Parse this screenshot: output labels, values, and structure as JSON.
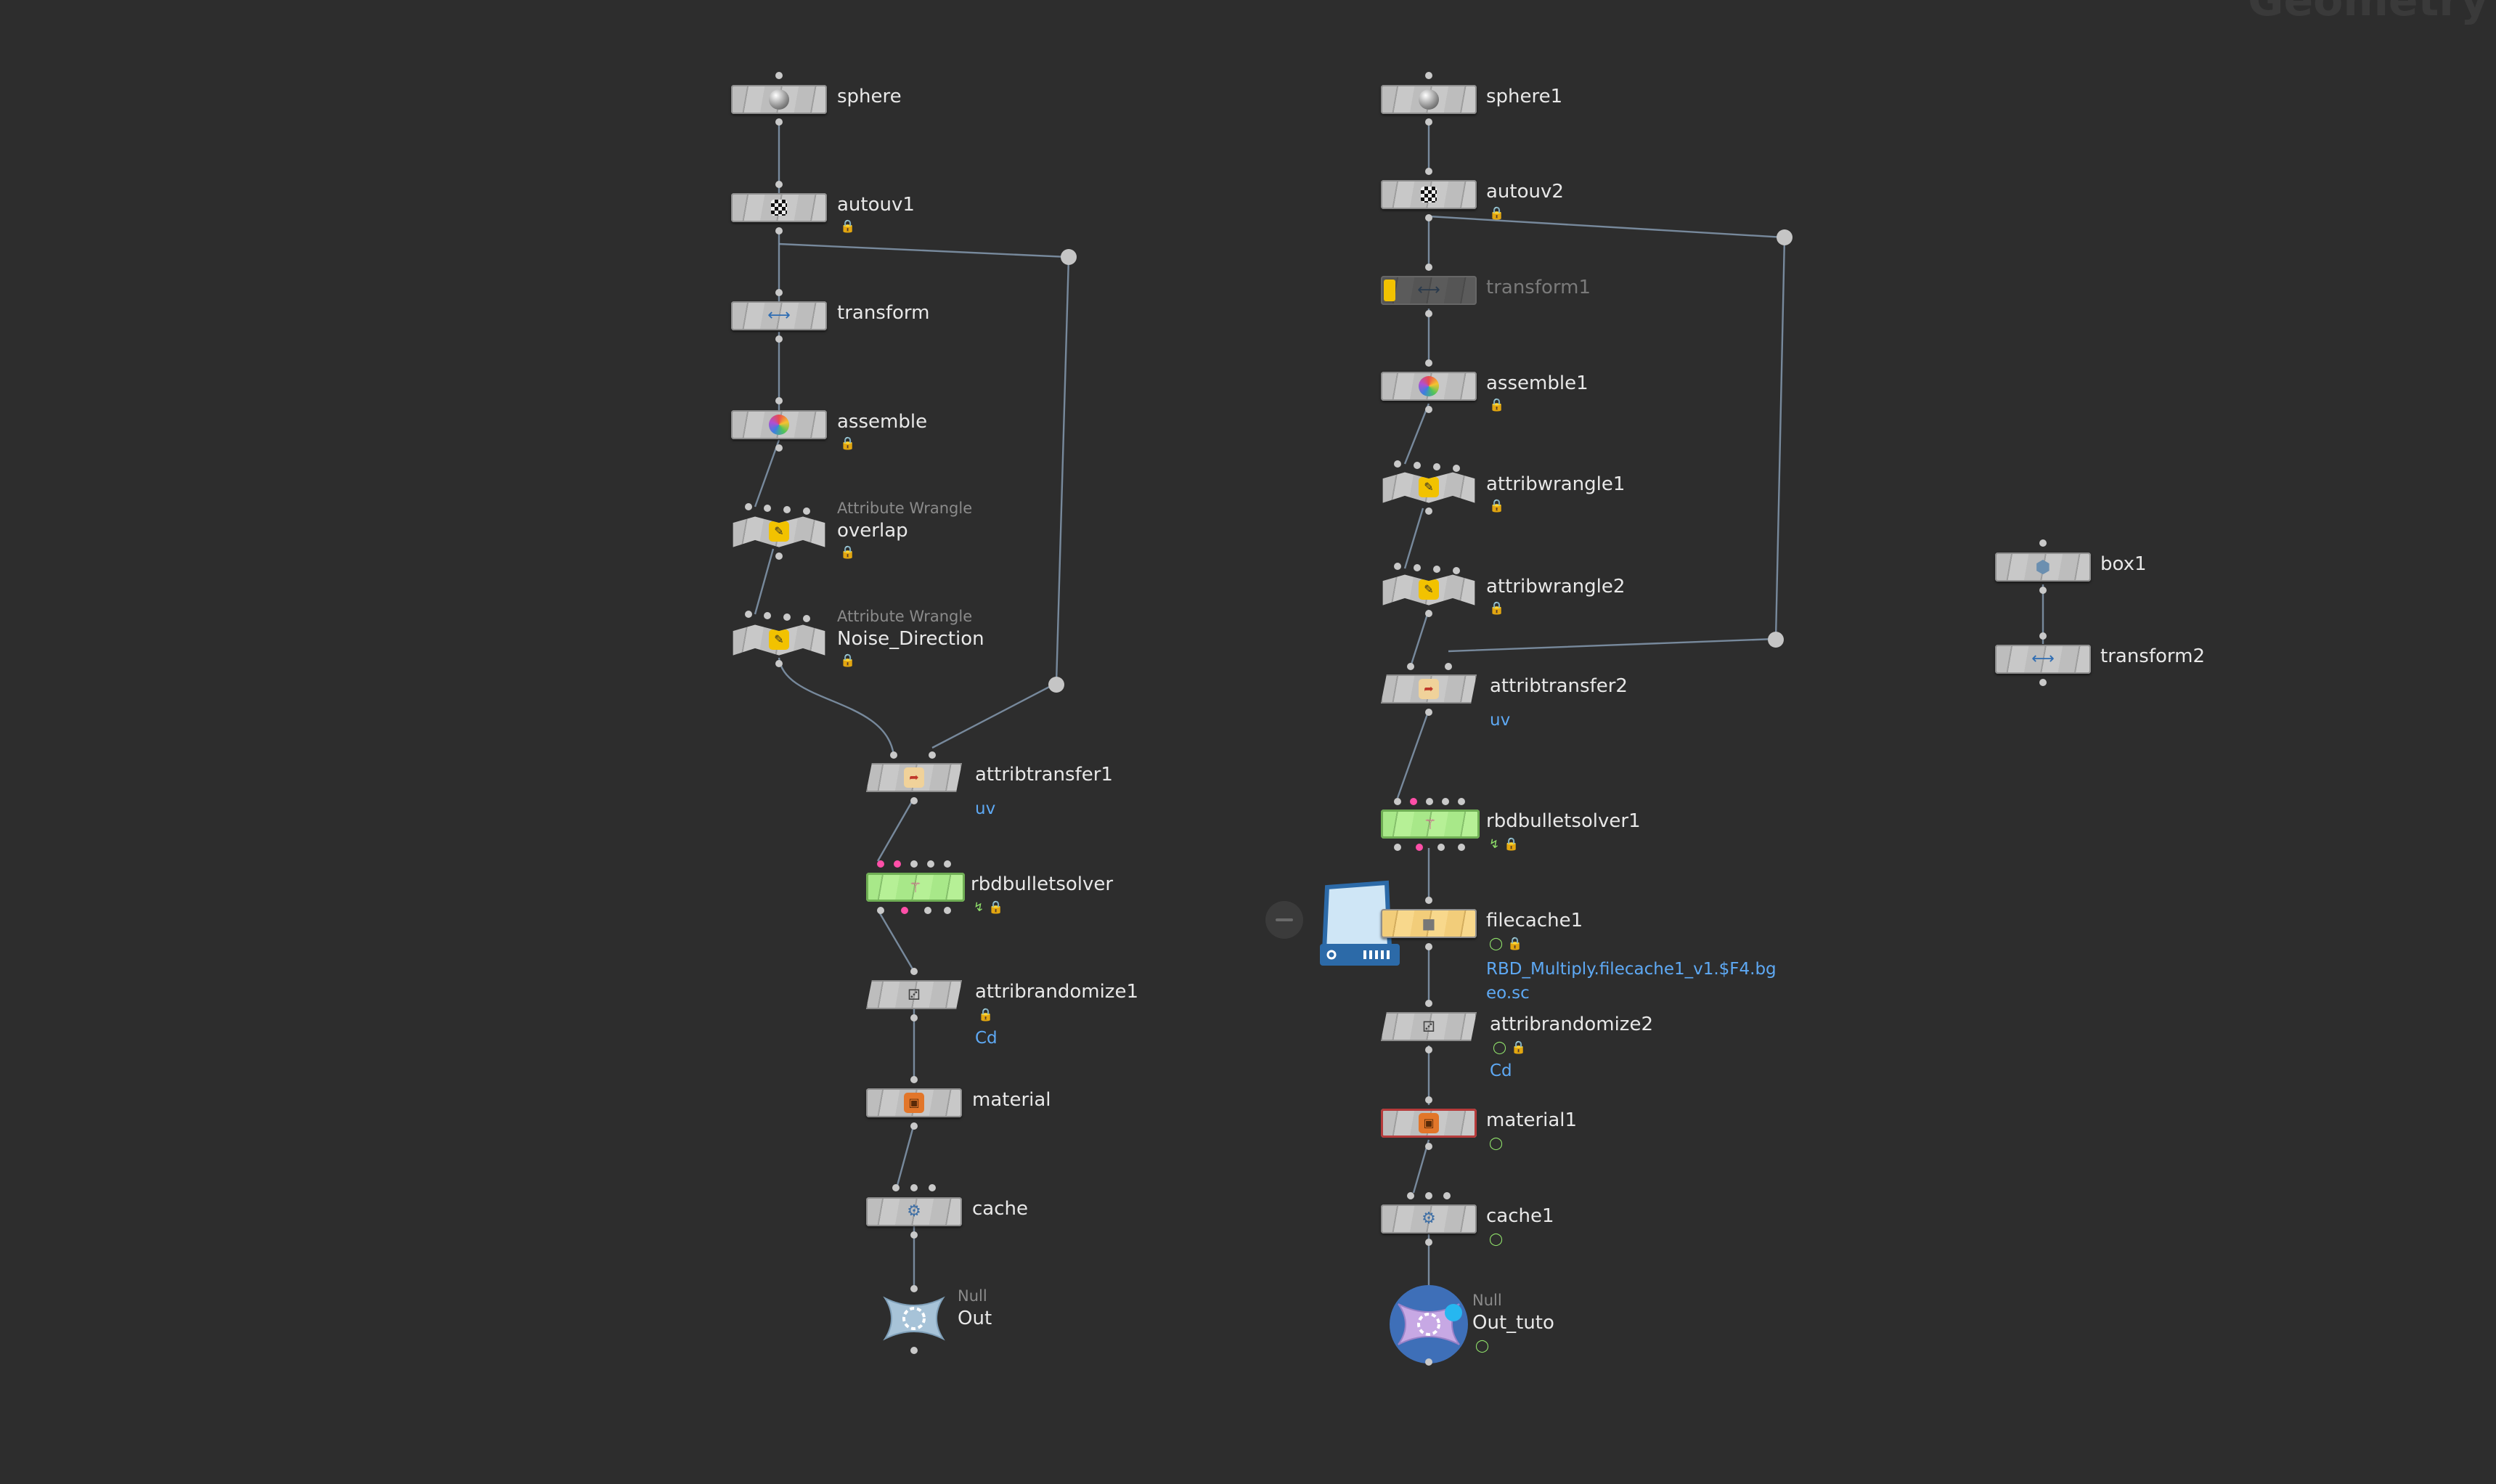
{
  "network": {
    "context_title": "Geometry"
  },
  "left_chain": {
    "sphere": "sphere",
    "autouv1": "autouv1",
    "transform": "transform",
    "assemble": "assemble",
    "overlap_type": "Attribute Wrangle",
    "overlap": "overlap",
    "noise_type": "Attribute Wrangle",
    "noise": "Noise_Direction",
    "attribtransfer1": "attribtransfer1",
    "attribtransfer1_info": "uv",
    "rbdbulletsolver": "rbdbulletsolver",
    "attribrandomize1": "attribrandomize1",
    "attribrandomize1_info": "Cd",
    "material": "material",
    "cache": "cache",
    "out_type": "Null",
    "out": "Out"
  },
  "right_chain": {
    "sphere1": "sphere1",
    "autouv2": "autouv2",
    "transform1": "transform1",
    "assemble1": "assemble1",
    "attribwrangle1": "attribwrangle1",
    "attribwrangle2": "attribwrangle2",
    "attribtransfer2": "attribtransfer2",
    "attribtransfer2_info": "uv",
    "rbdbulletsolver1": "rbdbulletsolver1",
    "filecache1": "filecache1",
    "filecache1_info_line1": "RBD_Multiply.filecache1_v1.$F4.bg",
    "filecache1_info_line2": "eo.sc",
    "attribrandomize2": "attribrandomize2",
    "attribrandomize2_info": "Cd",
    "material1": "material1",
    "cache1": "cache1",
    "out_type": "Null",
    "out": "Out_tuto"
  },
  "box_chain": {
    "box1": "box1",
    "transform2": "transform2"
  },
  "icons": {
    "sphere": "sphere-icon",
    "autouv": "checker-icon",
    "transform": "transform-arrows-icon",
    "assemble": "assemble-icon",
    "wrangle": "wrangle-icon",
    "attribtransfer": "transfer-icon",
    "rbdbulletsolver": "bullet-icon",
    "filecache": "disk-icon",
    "attribrandomize": "dice-icon",
    "material": "material-icon",
    "cache": "gear-icon",
    "null": "null-icon",
    "box": "box-icon"
  },
  "colors": {
    "background": "#2d2d2d",
    "node_grey": "#bdbdbd",
    "solver_green": "#a8e889",
    "filecache_yellow": "#f2cd7a",
    "bypass_flag": "#f2c200",
    "info_text": "#5ea9f4",
    "display_flag": "#8fe06a",
    "pink_input": "#ff4fa8",
    "wire": "#7f93a8"
  }
}
